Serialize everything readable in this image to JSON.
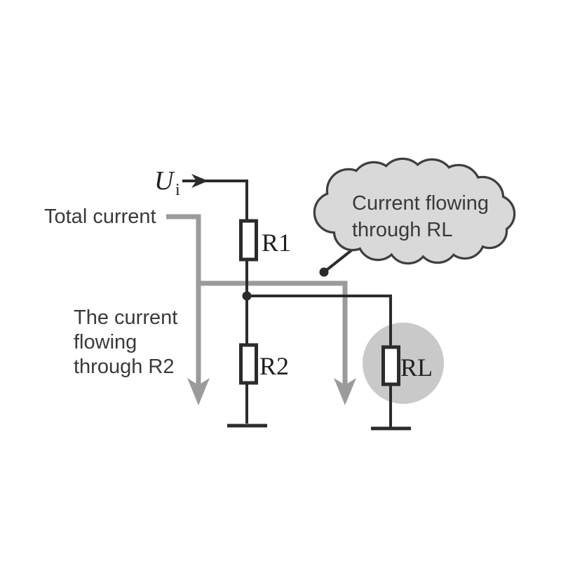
{
  "figure": {
    "background": "#ffffff",
    "colors": {
      "wire": "#2b2b2b",
      "component_text": "#1f1f1f",
      "annotation_text": "#3a3a3a",
      "current_gray": "#9b9b9b",
      "cloud_fill": "#d9d9d9",
      "cloud_stroke": "#3f3f3f",
      "highlight_fill": "#c9c9c9",
      "background": "#ffffff"
    },
    "labels": {
      "input_base": "U",
      "input_sub": "i",
      "r1": "R1",
      "r2": "R2",
      "rl": "RL"
    },
    "annotations": {
      "total_current": "Total current",
      "r2_current": [
        "The current",
        "flowing",
        "through R2"
      ],
      "cloud": [
        "Current flowing",
        "through RL"
      ]
    }
  }
}
